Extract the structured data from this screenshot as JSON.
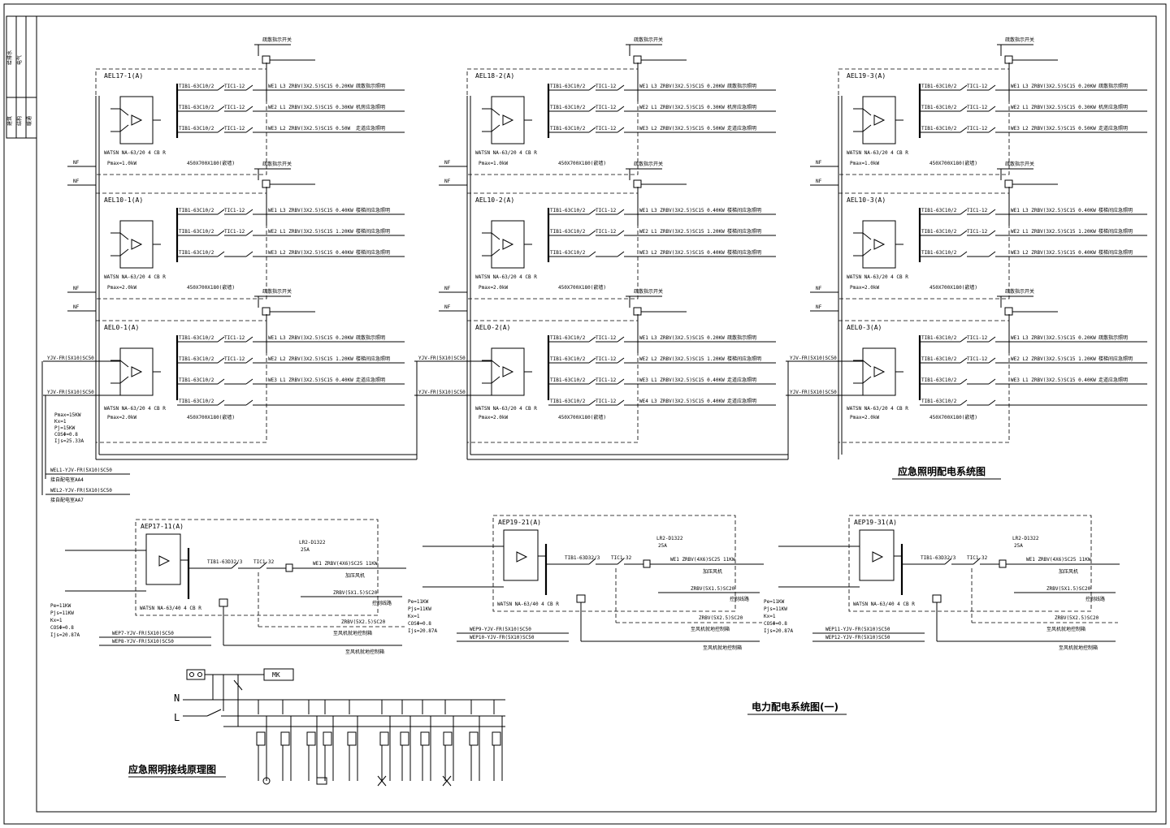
{
  "title_block": {
    "items": [
      "给排水",
      "电气",
      "建筑",
      "结构",
      "暖通"
    ]
  },
  "titles": {
    "emergency_system": "应急照明配电系统图",
    "power_system": "电力配电系统图(一)",
    "wiring_principle": "应急照明接线原理图"
  },
  "common": {
    "nf": "NF",
    "switch_legend": "疏散指示开关",
    "riser": "YJV-FR(5X10)SC50"
  },
  "columns": [
    {
      "panels": [
        {
          "name": "AEL17-1(A)",
          "switch": "WATSN NA-63/20 4 CB R",
          "pmax": "Pmax=1.0kW",
          "size": "450X700X180(嵌墙)",
          "circuits": [
            {
              "breaker": "TIB1-63C10/2",
              "relay": "TIC1-12",
              "text": "WE1 L3 ZRBV(3X2.5)SC15 0.20KW",
              "note": "疏散指示照明"
            },
            {
              "breaker": "TIB1-63C10/2",
              "relay": "TIC1-12",
              "text": "WE2 L1 ZRBV(3X2.5)SC15 0.30KW",
              "note": "机房应急照明"
            },
            {
              "breaker": "TIB1-63C10/2",
              "relay": "TIC1-12",
              "text": "WE3 L2 ZRBV(3X2.5)SC15 0.50W",
              "note": "走道应急照明"
            }
          ]
        },
        {
          "name": "AEL10-1(A)",
          "switch": "WATSN NA-63/20 4 CB R",
          "pmax": "Pmax=2.0kW",
          "size": "450X700X180(嵌墙)",
          "circuits": [
            {
              "breaker": "TIB1-63C10/2",
              "relay": "TIC1-12",
              "text": "WE1 L3 ZRBV(3X2.5)SC15 0.40KW",
              "note": "楼梯间应急照明"
            },
            {
              "breaker": "TIB1-63C10/2",
              "relay": "TIC1-12",
              "text": "WE2 L1 ZRBV(3X2.5)SC15 1.20KW",
              "note": "楼梯间应急照明"
            },
            {
              "breaker": "TIB1-63C10/2",
              "relay": "",
              "text": "WE3 L2 ZRBV(3X2.5)SC15 0.40KW",
              "note": "楼梯间应急照明"
            }
          ]
        },
        {
          "name": "AEL0-1(A)",
          "switch": "WATSN NA-63/20 4 CB R",
          "pmax": "Pmax=2.0kW",
          "size": "450X700X180(嵌墙)",
          "circuits": [
            {
              "breaker": "TIB1-63C10/2",
              "relay": "TIC1-12",
              "text": "WE1 L3 ZRBV(3X2.5)SC15 0.20KW",
              "note": "疏散指示照明"
            },
            {
              "breaker": "TIB1-63C10/2",
              "relay": "TIC1-12",
              "text": "WE2 L2 ZRBV(3X2.5)SC15 1.20KW",
              "note": "楼梯间应急照明"
            },
            {
              "breaker": "TIB1-63C10/2",
              "relay": "",
              "text": "WE3 L1 ZRBV(3X2.5)SC15 0.40KW",
              "note": "走道应急照明"
            },
            {
              "breaker": "TIB1-63C10/2",
              "relay": "",
              "text": "",
              "note": ""
            }
          ]
        }
      ],
      "load": [
        "Pmax=15KW",
        "Kx=1",
        "Pj=15KW",
        "COSΦ=0.8",
        "Ijs=25.33A"
      ],
      "feeds": [
        "WEL1-YJV-FR(5X10)SC50",
        "WEL2-YJV-FR(5X10)SC50"
      ],
      "feed_notes": [
        "接自配电室AA4",
        "接自配电室AA7"
      ]
    },
    {
      "panels": [
        {
          "name": "AEL18-2(A)",
          "switch": "WATSN NA-63/20 4 CB R",
          "pmax": "Pmax=1.0kW",
          "size": "450X700X180(嵌墙)",
          "circuits": [
            {
              "breaker": "TIB1-63C10/2",
              "relay": "TIC1-12",
              "text": "WE1 L3 ZRBV(3X2.5)SC15 0.20KW",
              "note": "疏散指示照明"
            },
            {
              "breaker": "TIB1-63C10/2",
              "relay": "TIC1-12",
              "text": "WE2 L1 ZRBV(3X2.5)SC15 0.30KW",
              "note": "机房应急照明"
            },
            {
              "breaker": "TIB1-63C10/2",
              "relay": "TIC1-12",
              "text": "WE3 L2 ZRBV(3X2.5)SC15 0.50KW",
              "note": "走道应急照明"
            }
          ]
        },
        {
          "name": "AEL10-2(A)",
          "switch": "WATSN NA-63/20 4 CB R",
          "pmax": "Pmax=2.0kW",
          "size": "450X700X180(嵌墙)",
          "circuits": [
            {
              "breaker": "TIB1-63C10/2",
              "relay": "TIC1-12",
              "text": "WE1 L3 ZRBV(3X2.5)SC15 0.40KW",
              "note": "楼梯间应急照明"
            },
            {
              "breaker": "TIB1-63C10/2",
              "relay": "TIC1-12",
              "text": "WE2 L1 ZRBV(3X2.5)SC15 1.20KW",
              "note": "楼梯间应急照明"
            },
            {
              "breaker": "TIB1-63C10/2",
              "relay": "",
              "text": "WE3 L2 ZRBV(3X2.5)SC15 0.40KW",
              "note": "楼梯间应急照明"
            }
          ]
        },
        {
          "name": "AEL0-2(A)",
          "switch": "WATSN NA-63/20 4 CB R",
          "pmax": "Pmax=2.0kW",
          "size": "450X700X180(嵌墙)",
          "circuits": [
            {
              "breaker": "TIB1-63C10/2",
              "relay": "TIC1-12",
              "text": "WE1 L3 ZRBV(3X2.5)SC15 0.20KW",
              "note": "疏散指示照明"
            },
            {
              "breaker": "TIB1-63C10/2",
              "relay": "TIC1-12",
              "text": "WE2 L2 ZRBV(3X2.5)SC15 1.20KW",
              "note": "楼梯间应急照明"
            },
            {
              "breaker": "TIB1-63C10/2",
              "relay": "TIC1-12",
              "text": "WE3 L1 ZRBV(3X2.5)SC15 0.40KW",
              "note": "走道应急照明"
            },
            {
              "breaker": "TIB1-63C10/2",
              "relay": "TIC1-12",
              "text": "WE4 L3 ZRBV(3X2.5)SC15 0.40KW",
              "note": "走道应急照明"
            }
          ]
        }
      ]
    },
    {
      "panels": [
        {
          "name": "AEL19-3(A)",
          "switch": "WATSN NA-63/20 4 CB R",
          "pmax": "Pmax=1.0kW",
          "size": "450X700X180(嵌墙)",
          "circuits": [
            {
              "breaker": "TIB1-63C10/2",
              "relay": "TIC1-12",
              "text": "WE1 L3 ZRBV(3X2.5)SC15 0.20KW",
              "note": "疏散指示照明"
            },
            {
              "breaker": "TIB1-63C10/2",
              "relay": "TIC1-12",
              "text": "WE2 L1 ZRBV(3X2.5)SC15 0.30KW",
              "note": "机房应急照明"
            },
            {
              "breaker": "TIB1-63C10/2",
              "relay": "TIC1-12",
              "text": "WE3 L2 ZRBV(3X2.5)SC15 0.50KW",
              "note": "走道应急照明"
            }
          ]
        },
        {
          "name": "AEL10-3(A)",
          "switch": "WATSN NA-63/20 4 CB R",
          "pmax": "Pmax=2.0kW",
          "size": "450X700X180(嵌墙)",
          "circuits": [
            {
              "breaker": "TIB1-63C10/2",
              "relay": "TIC1-12",
              "text": "WE1 L3 ZRBV(3X2.5)SC15 0.40KW",
              "note": "楼梯间应急照明"
            },
            {
              "breaker": "TIB1-63C10/2",
              "relay": "TIC1-12",
              "text": "WE2 L1 ZRBV(3X2.5)SC15 1.20KW",
              "note": "楼梯间应急照明"
            },
            {
              "breaker": "TIB1-63C10/2",
              "relay": "",
              "text": "WE3 L2 ZRBV(3X2.5)SC15 0.40KW",
              "note": "楼梯间应急照明"
            }
          ]
        },
        {
          "name": "AEL0-3(A)",
          "switch": "WATSN NA-63/20 4 CB R",
          "pmax": "Pmax=2.0kW",
          "size": "450X700X180(嵌墙)",
          "circuits": [
            {
              "breaker": "TIB1-63C10/2",
              "relay": "TIC1-12",
              "text": "WE1 L3 ZRBV(3X2.5)SC15 0.20KW",
              "note": "疏散指示照明"
            },
            {
              "breaker": "TIB1-63C10/2",
              "relay": "TIC1-12",
              "text": "WE2 L2 ZRBV(3X2.5)SC15 1.20KW",
              "note": "楼梯间应急照明"
            },
            {
              "breaker": "TIB1-63C10/2",
              "relay": "",
              "text": "WE3 L1 ZRBV(3X2.5)SC15 0.40KW",
              "note": "走道应急照明"
            },
            {
              "breaker": "TIB1-63C10/2",
              "relay": "",
              "text": "",
              "note": ""
            }
          ]
        }
      ]
    }
  ],
  "power_panels": [
    {
      "name": "AEP17-11(A)",
      "switch": "WATSN NA-63/40 4 CB R",
      "breaker": "TIB1-63D32/3",
      "relay": "TIC1-32",
      "lr": "LR2-D1322",
      "amp": "25A",
      "feed": "WE1 ZRBV(4X6)SC25 11KW",
      "feed_note": "加压风机",
      "ctrl1": "ZRBV(5X1.5)SC20",
      "ctrl1_note": "控制线路",
      "ctrl2": "ZRBV(5X2.5)SC20",
      "ctrl2_note": "至风机就地控制箱",
      "load": [
        "Pe=11KW",
        "Pjs=11KW",
        "Kx=1",
        "COSΦ=0.8",
        "Ijs=20.87A"
      ],
      "feeds": [
        "WEP7-YJV-FR(5X10)SC50",
        "WEP8-YJV-FR(5X10)SC50"
      ]
    },
    {
      "name": "AEP19-21(A)",
      "switch": "WATSN NA-63/40 4 CB R",
      "breaker": "TIB1-63D32/3",
      "relay": "TIC1-32",
      "lr": "LR2-D1322",
      "amp": "25A",
      "feed": "WE1 ZRBV(4X6)SC25 11KW",
      "feed_note": "加压风机",
      "ctrl1": "ZRBV(5X1.5)SC20",
      "ctrl1_note": "控制线路",
      "ctrl2": "ZRBV(5X2.5)SC20",
      "ctrl2_note": "至风机就地控制箱",
      "load": [
        "Pe=11KW",
        "Pjs=11KW",
        "Kx=1",
        "COSΦ=0.8",
        "Ijs=20.87A"
      ],
      "feeds": [
        "WEP9-YJV-FR(5X10)SC50",
        "WEP10-YJV-FR(5X10)SC50"
      ]
    },
    {
      "name": "AEP19-31(A)",
      "switch": "WATSN NA-63/40 4 CB R",
      "breaker": "TIB1-63D32/3",
      "relay": "TIC1-32",
      "lr": "LR2-D1322",
      "amp": "25A",
      "feed": "WE1 ZRBV(4X6)SC25 11KW",
      "feed_note": "加压风机",
      "ctrl1": "ZRBV(5X1.5)SC20",
      "ctrl1_note": "控制线路",
      "ctrl2": "ZRBV(5X2.5)SC20",
      "ctrl2_note": "至风机就地控制箱",
      "load": [
        "Pe=11KW",
        "Pjs=11KW",
        "Kx=1",
        "COSΦ=0.8",
        "Ijs=20.87A"
      ],
      "feeds": [
        "WEP11-YJV-FR(5X10)SC50",
        "WEP12-YJV-FR(5X10)SC50"
      ]
    }
  ],
  "principle": {
    "n": "N",
    "l": "L",
    "mk": "MK"
  }
}
